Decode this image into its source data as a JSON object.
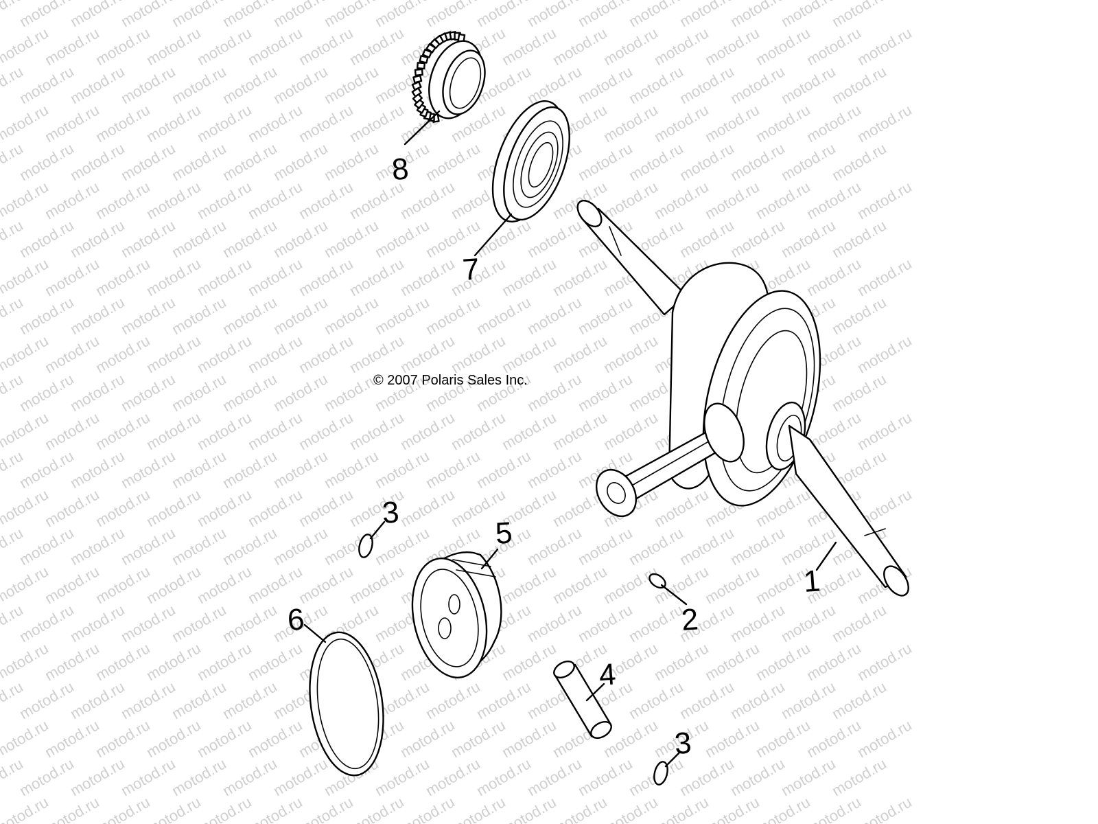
{
  "watermark": "motod.ru",
  "copyright": "© 2007 Polaris Sales Inc.",
  "callouts": [
    {
      "id": "crankshaft",
      "label": "1"
    },
    {
      "id": "key",
      "label": "2"
    },
    {
      "id": "circlip-top",
      "label": "3"
    },
    {
      "id": "circlip-bottom",
      "label": "3"
    },
    {
      "id": "piston-pin",
      "label": "4"
    },
    {
      "id": "piston",
      "label": "5"
    },
    {
      "id": "piston-ring",
      "label": "6"
    },
    {
      "id": "bearing",
      "label": "7"
    },
    {
      "id": "gear",
      "label": "8"
    }
  ],
  "colors": {
    "line": "#000000",
    "watermark": "#cfcfcf",
    "background": "#ffffff"
  }
}
